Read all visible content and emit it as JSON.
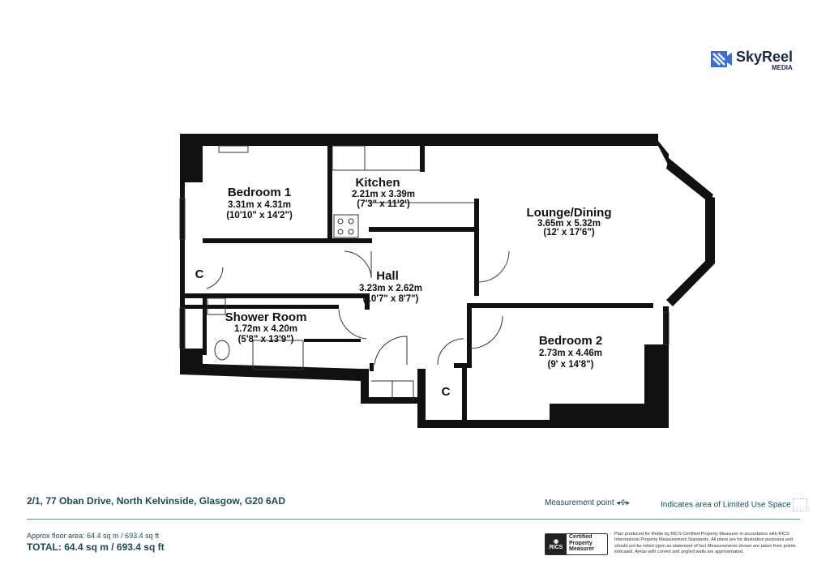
{
  "brand": {
    "name": "SkyReel",
    "sub": "MEDIA",
    "color": "#3b6fd6",
    "icon": "skyreel-camera-logo"
  },
  "rooms": {
    "bedroom1": {
      "name": "Bedroom 1",
      "metric": "3.31m x 4.31m",
      "imperial": "(10'10\" x 14'2\")"
    },
    "kitchen": {
      "name": "Kitchen",
      "metric": "2.21m x 3.39m",
      "imperial": "(7'3\" x 11'2')"
    },
    "lounge": {
      "name": "Lounge/Dining",
      "metric": "3.65m x 5.32m",
      "imperial": "(12' x 17'6\")"
    },
    "hall": {
      "name": "Hall",
      "metric": "3.23m x 2.62m",
      "imperial": "(10'7\" x 8'7\")"
    },
    "shower": {
      "name": "Shower Room",
      "metric": "1.72m x 4.20m",
      "imperial": "(5'8\" x 13'9\")"
    },
    "bedroom2": {
      "name": "Bedroom 2",
      "metric": "2.73m x 4.46m",
      "imperial": "(9' x 14'8\")"
    },
    "cupboard1": "C",
    "cupboard2": "C"
  },
  "footer": {
    "address": "2/1, 77 Oban Drive, North Kelvinside, Glasgow, G20 6AD",
    "measurement_point": "Measurement point",
    "limited_use": "Indicates area of  Limited Use Space",
    "approx_area": "Approx floor area: 64.4 sq m / 693.4 sq ft",
    "total": "TOTAL: 64.4 sq m / 693.4 sq ft",
    "rics_badge": {
      "org": "RICS",
      "line1": "Certified",
      "line2": "Property",
      "line3": "Measurer"
    },
    "disclaimer": "Plan produced for Rettie by RICS Certified Property Measurer in accordance with RICS International Property  Measurement Standards.  All plans are for illustration purposes and should not be relied upon as statement of fact Measurements shown are taken from points indicated. Areas with curved and angled walls are approximated."
  },
  "colors": {
    "text": "#1d4a52",
    "wall": "#111111",
    "divider": "#6f8c8c"
  }
}
